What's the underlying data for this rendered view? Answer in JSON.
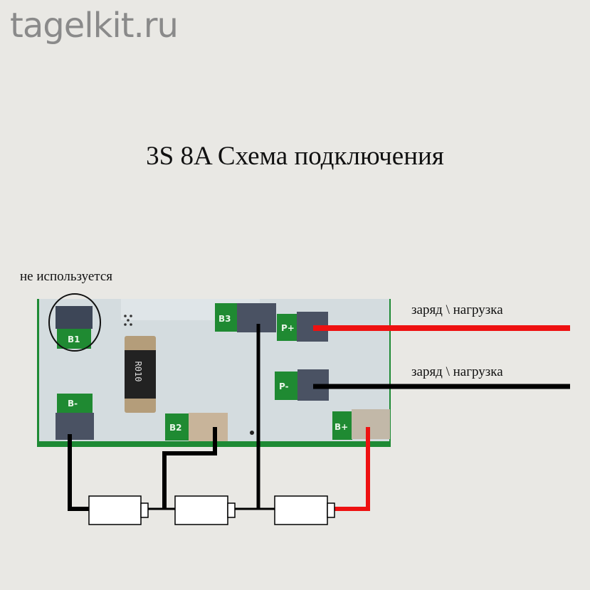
{
  "watermark": "tagelkit.ru",
  "title": "3S 8A Схема подключения",
  "note_unused": "не используется",
  "load_label_positive": "заряд \\ нагрузка",
  "load_label_negative": "заряд \\ нагрузка",
  "pads": {
    "b1": "B1",
    "b_minus": "B-",
    "b2": "B2",
    "b3": "B3",
    "p_plus": "P+",
    "p_minus": "P-",
    "b_plus": "B+"
  },
  "resistor_marking": "R010",
  "colors": {
    "pcb": "#d6dde0",
    "pad_green": "#1f8a32",
    "wire_red": "#ee1111",
    "wire_black": "#000000",
    "background": "#e9e8e4"
  }
}
